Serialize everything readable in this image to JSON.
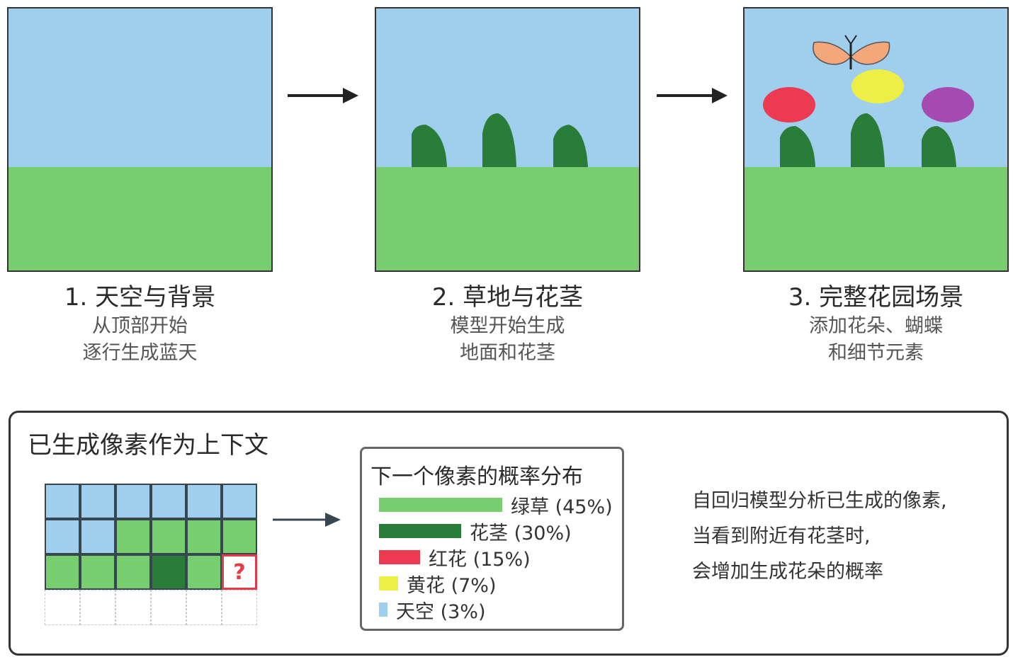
{
  "colors": {
    "sky": "#a0cfee",
    "grass": "#78cd6e",
    "stem": "#2a7d38",
    "red_flower": "#ec3a52",
    "yellow_flower": "#eeef45",
    "purple_flower": "#a54ab0",
    "butterfly": "#f4a77a",
    "border": "#333333"
  },
  "stages": [
    {
      "title": "1. 天空与背景",
      "lines": [
        "从顶部开始",
        "逐行生成蓝天"
      ]
    },
    {
      "title": "2. 草地与花茎",
      "lines": [
        "模型开始生成",
        "地面和花茎"
      ]
    },
    {
      "title": "3. 完整花园场景",
      "lines": [
        "添加花朵、蝴蝶",
        "和细节元素"
      ]
    }
  ],
  "context": {
    "title": "已生成像素作为上下文",
    "grid_rows": [
      [
        "sky",
        "sky",
        "sky",
        "sky",
        "sky",
        "sky"
      ],
      [
        "sky",
        "sky",
        "grass",
        "grass",
        "grass",
        "grass"
      ],
      [
        "grass",
        "grass",
        "grass",
        "stem",
        "grass",
        "target"
      ],
      [
        "empty",
        "empty",
        "empty",
        "empty",
        "empty",
        "empty"
      ]
    ],
    "target_symbol": "?"
  },
  "probability": {
    "title": "下一个像素的概率分布",
    "items": [
      {
        "label": "绿草 (45%)",
        "value": 45,
        "color": "#78cd6e"
      },
      {
        "label": "花茎 (30%)",
        "value": 30,
        "color": "#2a7d38"
      },
      {
        "label": "红花 (15%)",
        "value": 15,
        "color": "#ec3a52"
      },
      {
        "label": "黄花 (7%)",
        "value": 7,
        "color": "#eeef45"
      },
      {
        "label": "天空 (3%)",
        "value": 3,
        "color": "#a0cfee"
      }
    ]
  },
  "explanation": [
    "自回归模型分析已生成的像素,",
    "当看到附近有花茎时,",
    "会增加生成花朵的概率"
  ]
}
